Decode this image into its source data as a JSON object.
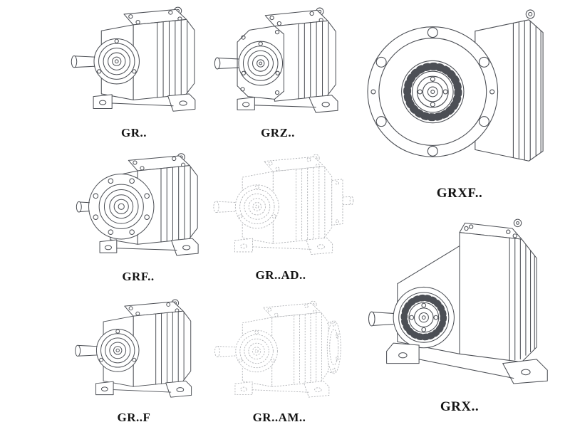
{
  "page": {
    "background_color": "#ffffff",
    "line_color": "#4c4f55",
    "phantom_line_color": "#b0b2b6",
    "label_color": "#141414"
  },
  "figures": {
    "gr": {
      "label": "GR..",
      "line_style": "solid"
    },
    "grz": {
      "label": "GRZ..",
      "line_style": "solid"
    },
    "grxf": {
      "label": "GRXF..",
      "line_style": "solid"
    },
    "grf": {
      "label": "GRF..",
      "line_style": "solid"
    },
    "gr_ad": {
      "label": "GR..AD..",
      "line_style": "phantom"
    },
    "gr_f": {
      "label": "GR..F",
      "line_style": "solid"
    },
    "gr_am": {
      "label": "GR..AM..",
      "line_style": "phantom"
    },
    "grx": {
      "label": "GRX..",
      "line_style": "solid"
    }
  }
}
